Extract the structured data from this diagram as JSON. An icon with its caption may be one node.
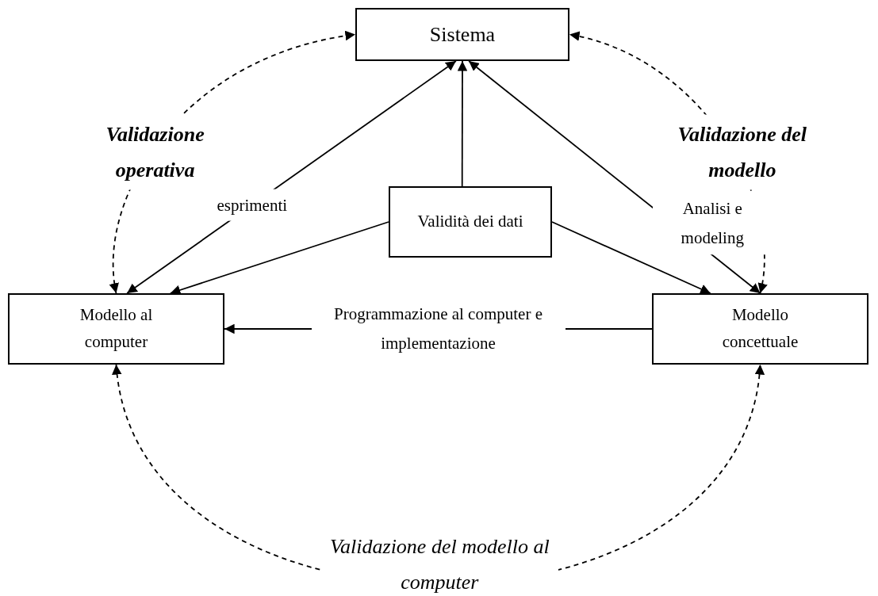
{
  "diagram": {
    "nodes": [
      {
        "text": [
          "Sistema"
        ]
      },
      {
        "text": [
          "Validità dei dati"
        ]
      },
      {
        "text": [
          "Modello al computer"
        ]
      },
      {
        "text": [
          "Modello concettuale"
        ]
      }
    ],
    "edges": [
      {
        "from": 2,
        "to": 0,
        "arrow": "both",
        "label": "esprimenti"
      },
      {
        "from": 1,
        "to": 0,
        "arrow": "to"
      },
      {
        "from": 3,
        "to": 0,
        "arrow": "both",
        "label": "Analisi e modeling"
      },
      {
        "from": 1,
        "to": 2,
        "arrow": "to"
      },
      {
        "from": 1,
        "to": 3,
        "arrow": "to"
      },
      {
        "from": 3,
        "to": 2,
        "arrow": "to",
        "label": "Programmazione al computer e implementazione"
      },
      {
        "from": 2,
        "to": 0,
        "arrow": "both",
        "style": "dashed",
        "label": "Validazione operativa"
      },
      {
        "from": 3,
        "to": 0,
        "arrow": "both",
        "style": "dashed",
        "label": "Validazione del modello"
      },
      {
        "from": 2,
        "to": 3,
        "arrow": "both",
        "style": "dashed",
        "label": "Validazione del modello al computer"
      }
    ]
  }
}
